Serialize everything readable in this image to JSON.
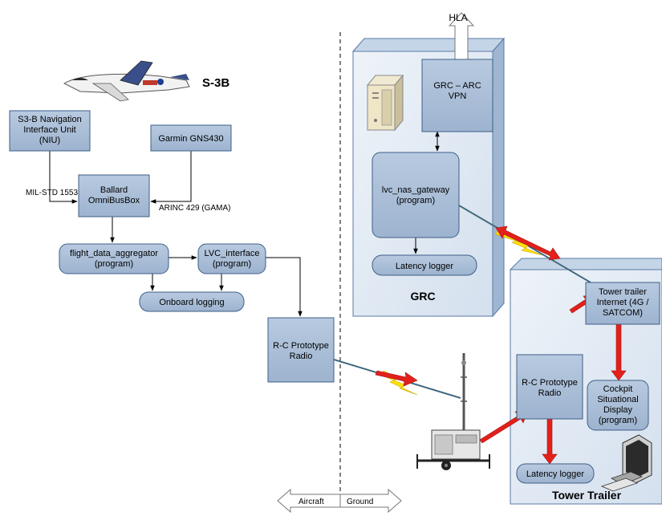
{
  "colors": {
    "box_fill": "#a9bdd6",
    "box_stroke": "#3e5f86",
    "panel_front": "#dce6f2",
    "panel_side": "#9fb6d2",
    "panel_top": "#c5d5e8",
    "panel_stroke": "#5a7aa3",
    "arrow_red": "#e3201b",
    "bolt_yellow": "#ffe000",
    "line": "#000000"
  },
  "aircraft": {
    "label": "S-3B",
    "nav_unit": [
      "S3-B Navigation",
      "Interface Unit",
      "(NIU)"
    ],
    "garmin": "Garmin GNS430",
    "ballard": [
      "Ballard",
      "OmniBusBox"
    ],
    "mil_std": "MIL-STD 1553",
    "arinc": "ARINC 429 (GAMA)",
    "aggregator": [
      "flight_data_aggregator",
      "(program)"
    ],
    "lvc_interface": [
      "LVC_interface",
      "(program)"
    ],
    "onboard_logging": "Onboard logging",
    "rc_radio": [
      "R-C Prototype",
      "Radio"
    ]
  },
  "grc": {
    "title": "GRC",
    "hla": "HLA",
    "vpn": [
      "GRC – ARC",
      "VPN"
    ],
    "gateway": [
      "lvc_nas_gateway",
      "(program)"
    ],
    "latency_logger": "Latency logger",
    "server_icon": "server-tower-icon"
  },
  "tower": {
    "title": "Tower Trailer",
    "internet": [
      "Tower trailer",
      "Internet (4G /",
      "SATCOM)"
    ],
    "rc_radio": [
      "R-C Prototype",
      "Radio"
    ],
    "cockpit_display": [
      "Cockpit",
      "Situational",
      "Display",
      "(program)"
    ],
    "latency_logger": "Latency logger",
    "computer_icon": "desktop-computer-icon",
    "trailer_icon": "tower-trailer-icon"
  },
  "boundary": {
    "left": "Aircraft",
    "right": "Ground"
  }
}
